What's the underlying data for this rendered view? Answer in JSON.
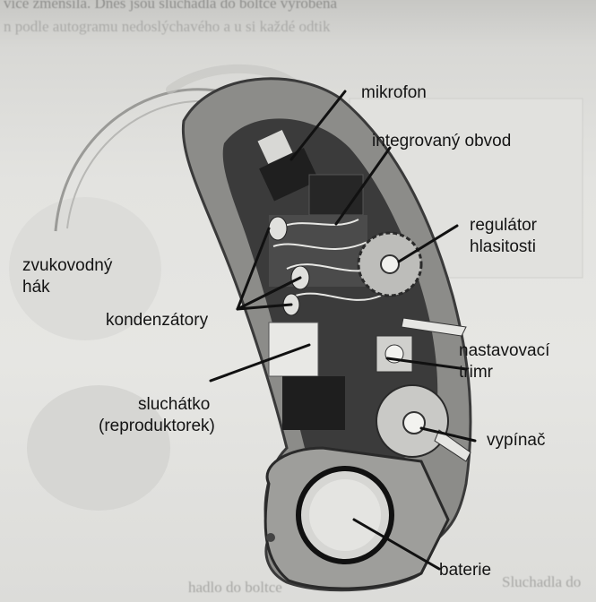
{
  "background_text": {
    "line1": "vice zmenšila. Dnes jsou sluchadla do boltce vyrobena",
    "line2": "n podle autogramu nedoslýchavého a u si každé odtik",
    "footer_left": "hadlo do boltce",
    "footer_right": "Sluchadla do"
  },
  "labels": {
    "mikrofon": "mikrofon",
    "integrovany_obvod": "integrovaný obvod",
    "regulator_line1": "regulátor",
    "regulator_line2": "hlasitosti",
    "zvukovodny_line1": "zvukovodný",
    "zvukovodny_line2": "hák",
    "kondenzatory": "kondenzátory",
    "nastavovaci_line1": "nastavovací",
    "nastavovaci_line2": "trimr",
    "sluchatko_line1": "sluchátko",
    "sluchatko_line2": "(reproduktorek)",
    "vypinac": "vypínač",
    "baterie": "baterie"
  }
}
